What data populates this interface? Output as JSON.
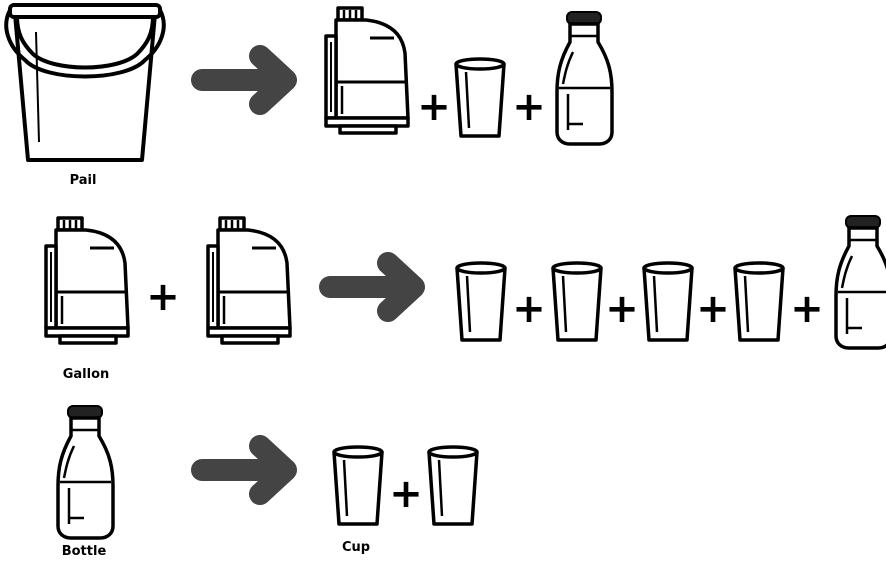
{
  "labels": {
    "pail": "Pail",
    "gallon": "Gallon",
    "bottle": "Bottle",
    "cup": "Cup"
  },
  "symbols": {
    "plus": "+"
  },
  "icons": [
    "pail-icon",
    "gallon-jug-icon",
    "milk-bottle-icon",
    "cup-icon",
    "right-arrow-icon"
  ],
  "colors": {
    "stroke": "#000000",
    "arrow": "#444444"
  },
  "equations": [
    {
      "left": [
        "Pail"
      ],
      "right": [
        "Gallon",
        "Cup",
        "Bottle"
      ]
    },
    {
      "left": [
        "Gallon",
        "Gallon"
      ],
      "right": [
        "Cup",
        "Cup",
        "Cup",
        "Cup",
        "Bottle"
      ]
    },
    {
      "left": [
        "Bottle"
      ],
      "right": [
        "Cup",
        "Cup"
      ]
    }
  ]
}
